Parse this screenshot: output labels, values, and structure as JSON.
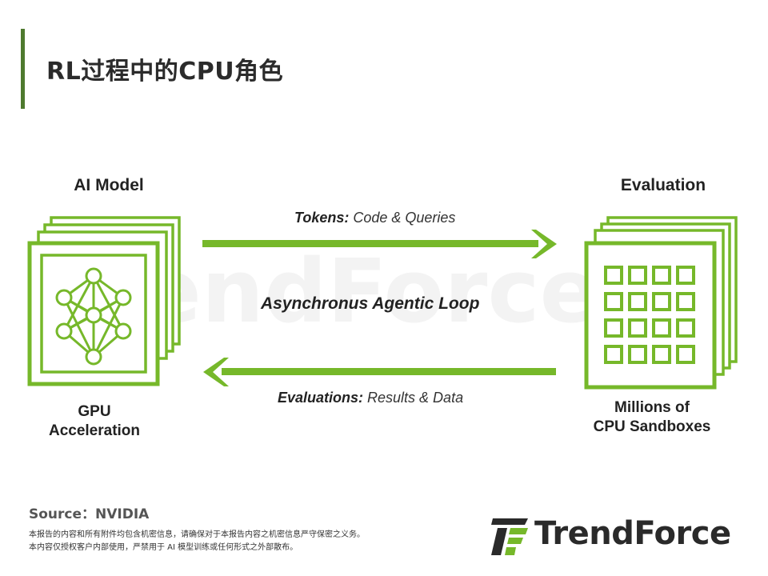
{
  "title": "RL过程中的CPU角色",
  "diagram": {
    "left_heading": "AI Model",
    "right_heading": "Evaluation",
    "left_caption_line1": "GPU",
    "left_caption_line2": "Acceleration",
    "right_caption_line1": "Millions of",
    "right_caption_line2": "CPU Sandboxes",
    "top_arrow_bold": "Tokens:",
    "top_arrow_text": " Code & Queries",
    "center_text": "Asynchronus Agentic Loop",
    "bottom_arrow_bold": "Evaluations:",
    "bottom_arrow_text": " Results & Data",
    "accent_color": "#76b82a",
    "icons": [
      "neural-network-icon",
      "grid-icon",
      "arrow-right",
      "arrow-left"
    ]
  },
  "footer": {
    "source": "Source：NVIDIA",
    "disclaimer_line1": "本报告的内容和所有附件均包含机密信息，请确保对于本报告内容之机密信息严守保密之义务。",
    "disclaimer_line2": "本内容仅授权客户内部使用，严禁用于 AI 模型训练或任何形式之外部散布。",
    "logo_text": "TrendForce",
    "watermark": "TrendForce"
  }
}
